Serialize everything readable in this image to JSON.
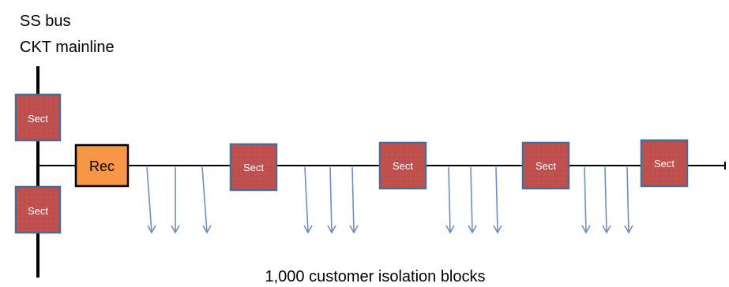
{
  "labels": {
    "bus_line1": "SS bus",
    "bus_line2": "CKT mainline",
    "caption": "1,000 customer isolation blocks"
  },
  "devices": {
    "sectionalizer_label": "Sect",
    "recloser_label": "Rec"
  },
  "colors": {
    "sect_fill": "#c0504d",
    "sect_border": "#4f6b93",
    "rec_fill": "#f79646",
    "rec_border": "#000000",
    "line": "#000000",
    "arrow": "#6f8fbf"
  }
}
